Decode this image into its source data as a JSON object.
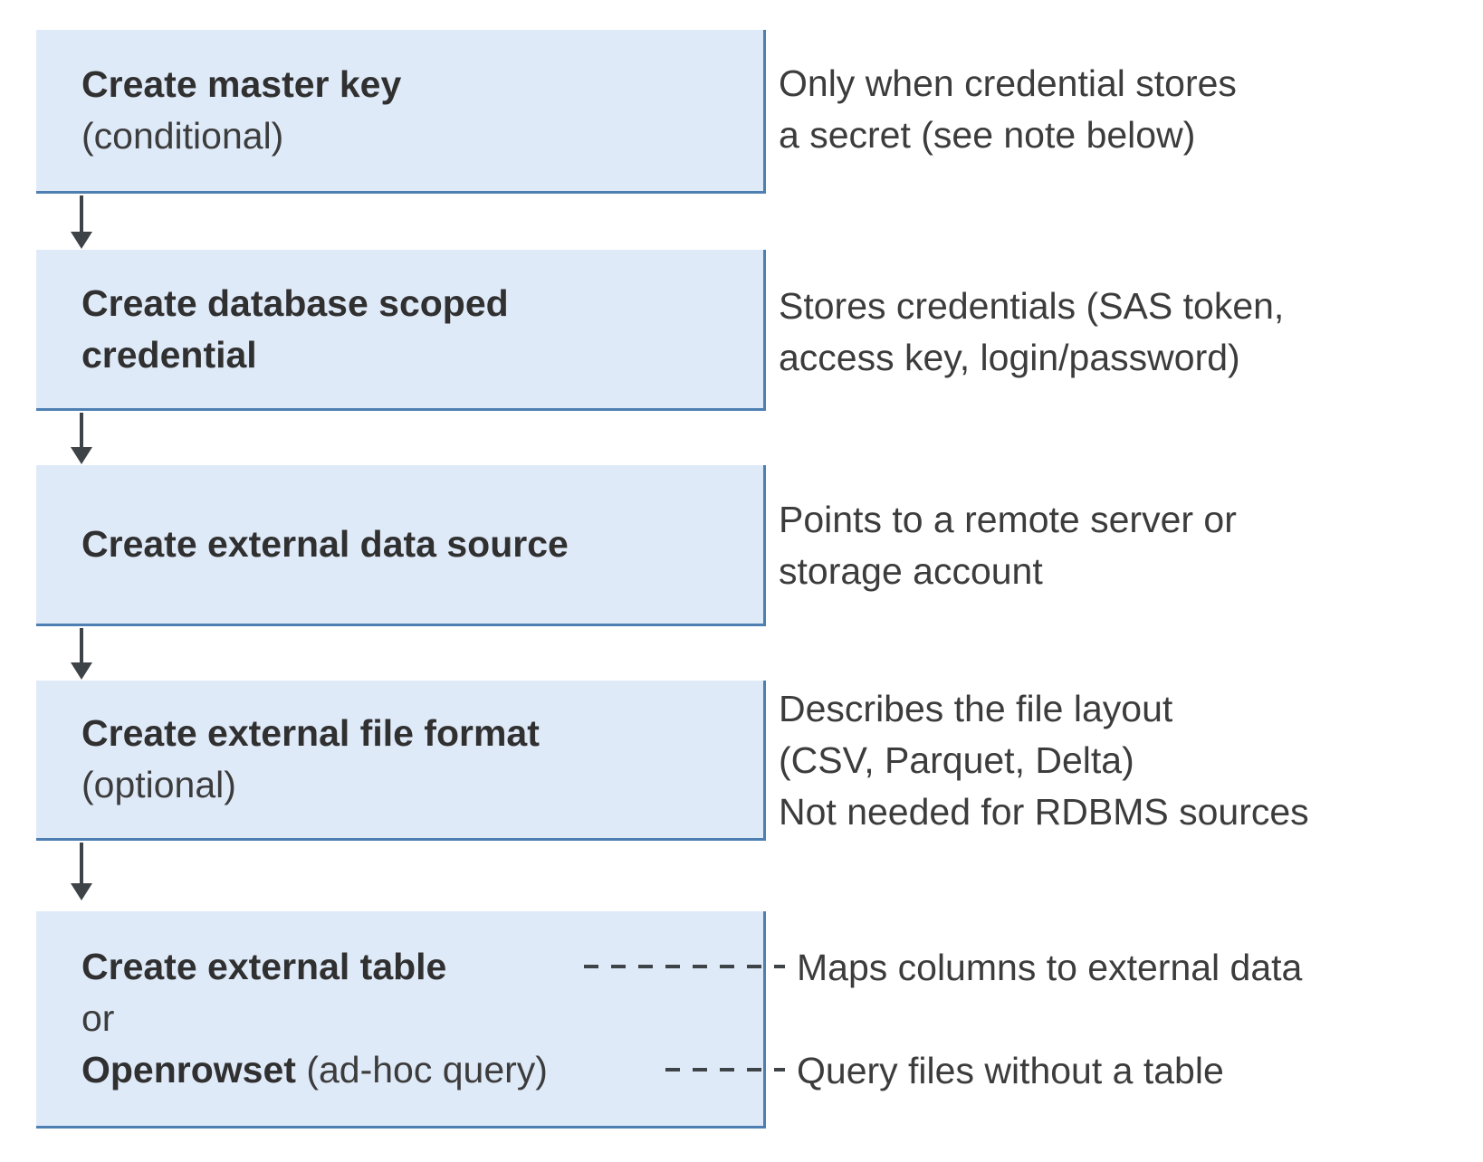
{
  "colors": {
    "box_fill": "#dfeaf9",
    "box_border": "#4d7fb2",
    "title_text": "#303030",
    "body_text": "#3c3c3c",
    "arrow": "#3e4347"
  },
  "steps": [
    {
      "title": "Create master key",
      "note": "(conditional)",
      "desc": [
        "Only when credential stores",
        "a secret (see note below)"
      ]
    },
    {
      "title": "Create database scoped credential",
      "desc": [
        "Stores credentials (SAS token,",
        "access key, login/password)"
      ]
    },
    {
      "title": "Create external data source",
      "desc": [
        "Points to a remote server or",
        "storage account"
      ]
    },
    {
      "title": "Create external file format",
      "note": "(optional)",
      "desc": [
        "Describes the file layout",
        "(CSV, Parquet, Delta)",
        "Not needed for RDBMS sources"
      ]
    },
    {
      "option1": "Create external table",
      "connector": "or",
      "option2_bold": "Openrowset",
      "option2_note": " (ad-hoc query)",
      "annotations": [
        "Maps columns to external data",
        "Query files without a table"
      ]
    }
  ]
}
